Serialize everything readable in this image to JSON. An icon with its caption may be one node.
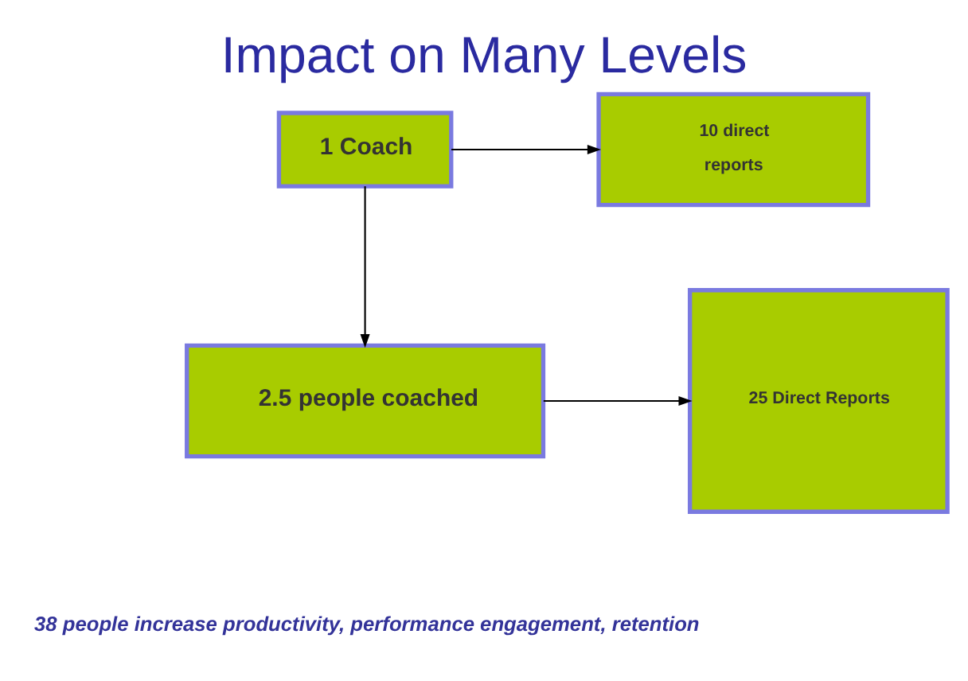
{
  "diagram": {
    "title": "Impact on Many Levels",
    "caption": "38 people increase productivity, performance engagement, retention",
    "nodes": [
      {
        "text": [
          "1 Coach"
        ]
      },
      {
        "text": [
          "10 direct reports"
        ]
      },
      {
        "text": [
          "2.5 people coached"
        ]
      },
      {
        "text": [
          "25 Direct Reports"
        ]
      }
    ],
    "edges": [
      {
        "from": 0,
        "to": 1,
        "arrow": "to"
      },
      {
        "from": 0,
        "to": 2,
        "arrow": "to"
      },
      {
        "from": 2,
        "to": 3,
        "arrow": "to"
      }
    ]
  }
}
